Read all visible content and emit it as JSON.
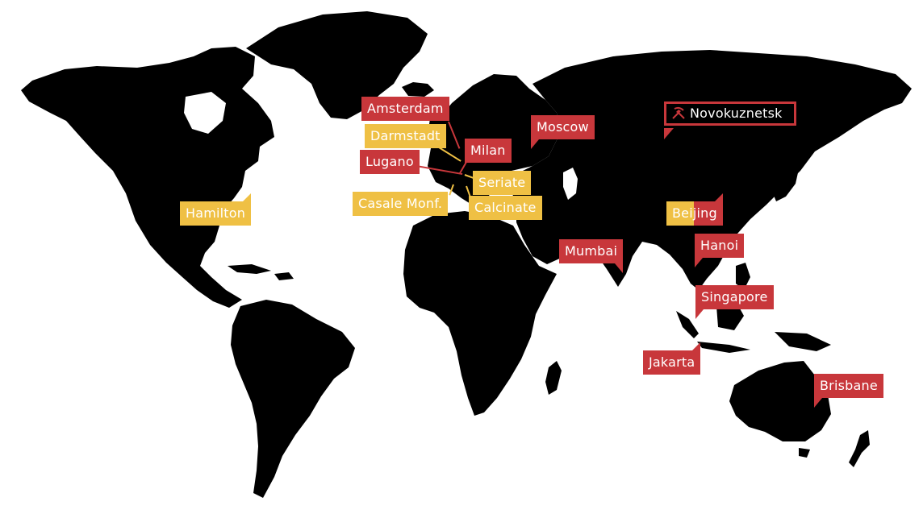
{
  "colors": {
    "land": "#000000",
    "background": "#ffffff",
    "red_label": "#c8373b",
    "yellow_label": "#efc044",
    "label_text": "#ffffff"
  },
  "labels": {
    "amsterdam": "Amsterdam",
    "darmstadt": "Darmstadt",
    "lugano": "Lugano",
    "milan": "Milan",
    "moscow": "Moscow",
    "seriate": "Seriate",
    "casale": "Casale Monf.",
    "calcinate": "Calcinate",
    "hamilton": "Hamilton",
    "novokuznetsk": "Novokuznetsk",
    "beijing": "Beijing",
    "hanoi": "Hanoi",
    "mumbai": "Mumbai",
    "singapore": "Singapore",
    "jakarta": "Jakarta",
    "brisbane": "Brisbane"
  },
  "icons": {
    "mining": "pickaxe-shovel-icon"
  }
}
